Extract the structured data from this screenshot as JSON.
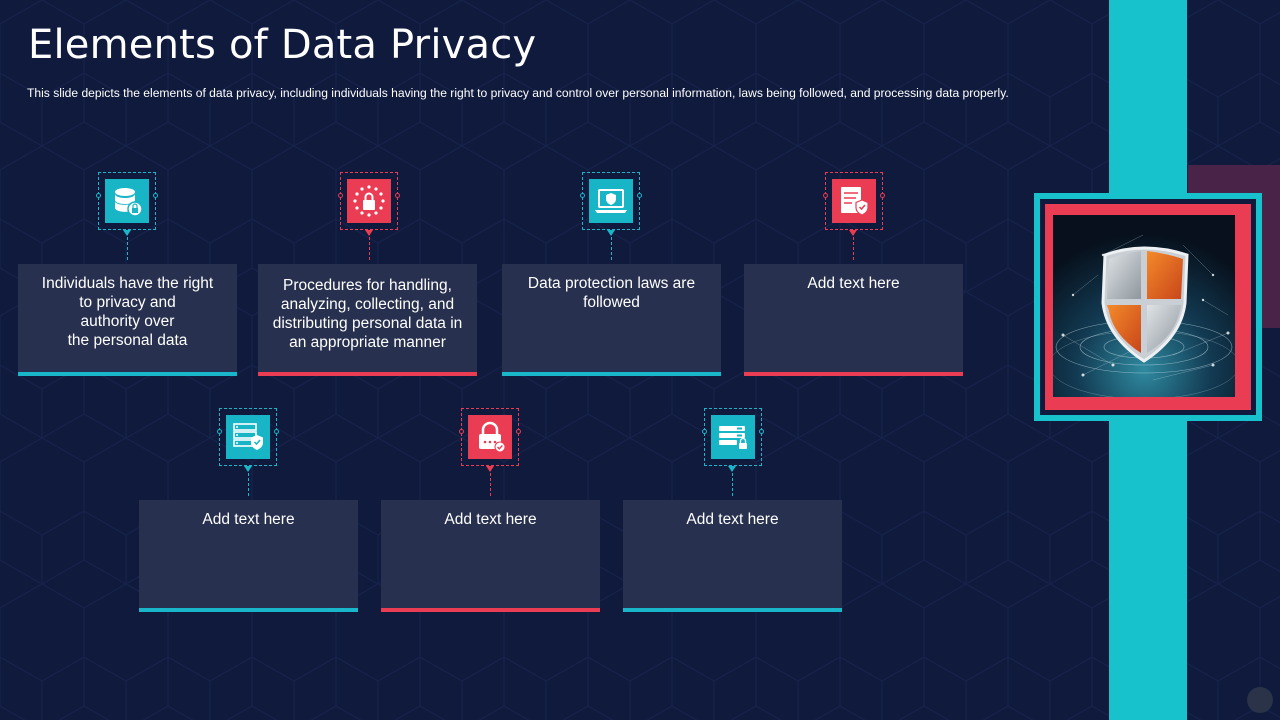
{
  "slide": {
    "title": "Elements of Data Privacy",
    "subtitle": "This slide depicts the elements of data privacy, including individuals  having  the right to privacy and control over personal information, laws being followed,  and processing data properly."
  },
  "colors": {
    "background": "#0f1a3d",
    "card": "#27304e",
    "teal": "#19b6c9",
    "red": "#ea3c52"
  },
  "cards": [
    {
      "text": "Individuals  have the right\nto privacy and\nauthority  over\nthe personal data",
      "accent": "teal",
      "icon": "database-lock-icon"
    },
    {
      "text": "Procedures for handling,\nanalyzing,  collecting, and\ndistributing personal data in\nan appropriate manner",
      "accent": "red",
      "icon": "eu-lock-icon"
    },
    {
      "text": "Data protection laws are\nfollowed",
      "accent": "teal",
      "icon": "laptop-shield-icon"
    },
    {
      "text": "Add text here",
      "accent": "red",
      "icon": "document-shield-icon"
    },
    {
      "text": "Add text here",
      "accent": "teal",
      "icon": "server-shield-icon"
    },
    {
      "text": "Add text here",
      "accent": "red",
      "icon": "padlock-check-icon"
    },
    {
      "text": "Add text here",
      "accent": "teal",
      "icon": "server-lock-icon"
    }
  ],
  "image": {
    "icon": "shield-globe-image"
  }
}
